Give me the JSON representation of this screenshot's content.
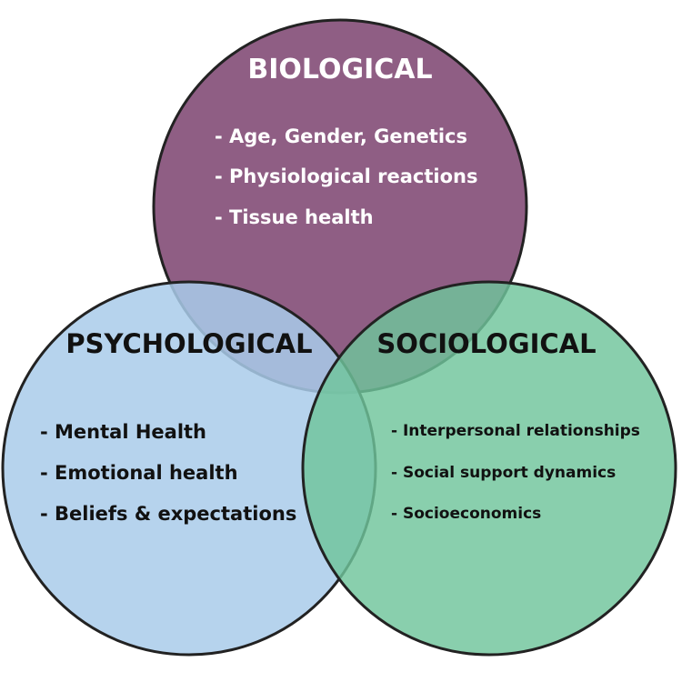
{
  "colors": {
    "biological": "#8f5e84",
    "psychological": "#a9cbea",
    "sociological": "#6fc49b",
    "outline": "#222222"
  },
  "circles": {
    "biological": {
      "title": "BIOLOGICAL",
      "items": [
        "- Age, Gender, Genetics",
        "- Physiological reactions",
        "- Tissue health"
      ]
    },
    "psychological": {
      "title": "PSYCHOLOGICAL",
      "items": [
        "- Mental Health",
        "- Emotional health",
        "- Beliefs & expectations"
      ]
    },
    "sociological": {
      "title": "SOCIOLOGICAL",
      "items": [
        "- Interpersonal relationships",
        "- Social support dynamics",
        "- Socioeconomics"
      ]
    }
  }
}
